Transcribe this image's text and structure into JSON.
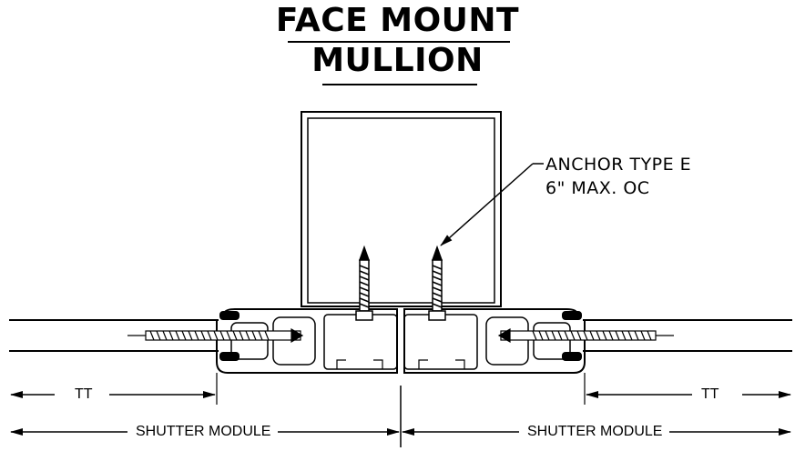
{
  "title": {
    "line1": "FACE MOUNT",
    "line2": "MULLION"
  },
  "callout": {
    "line1": "ANCHOR TYPE E",
    "line2": "6\" MAX. OC"
  },
  "dimensions": {
    "tt_left": "TT",
    "tt_right": "TT",
    "module_left": "SHUTTER MODULE",
    "module_right": "SHUTTER MODULE"
  }
}
